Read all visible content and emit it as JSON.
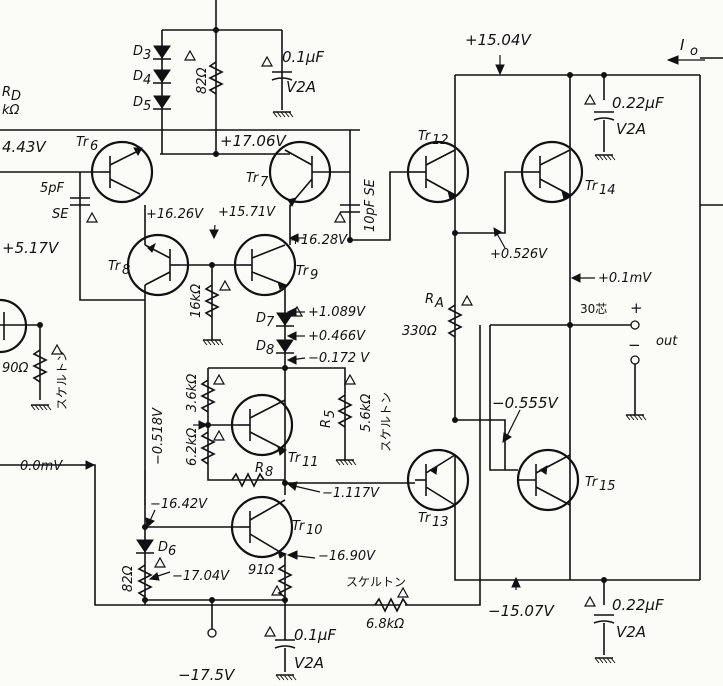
{
  "labels": {
    "v_pos_rail": "+15.04V",
    "io": "I",
    "io_sub": "o",
    "c_top_left": "0.1μF",
    "c_top_left_v": "V2A",
    "r_82_top": "82Ω",
    "d3": "D",
    "d3n": "3",
    "d4": "D",
    "d4n": "4",
    "d5": "D",
    "d5n": "5",
    "rd": "R",
    "rdn": "D",
    "rd_val": "kΩ",
    "v_left_443": "4.43V",
    "tr6": "Tr",
    "tr6n": "6",
    "c5p": "5pF",
    "se1": "SE",
    "v_1706": "+17.06V",
    "tr7": "Tr",
    "tr7n": "7",
    "c10p": "10pF SE",
    "tr12": "Tr",
    "tr12n": "12",
    "tr14": "Tr",
    "tr14n": "14",
    "c_022_top": "0.22μF",
    "c_022_top_v": "V2A",
    "v_1626": "+16.26V",
    "v_1571": "+15.71V",
    "v_1628": "+16.28V",
    "v_517": "+5.17V",
    "tr8": "Tr",
    "tr8n": "8",
    "tr9": "Tr",
    "tr9n": "9",
    "v_0526": "+0.526V",
    "v_01mv": "+0.1mV",
    "r16k": "16kΩ",
    "v_1089": "+1.089V",
    "d7": "D",
    "d7n": "7",
    "v_0466": "+0.466V",
    "d8": "D",
    "d8n": "8",
    "v_m0172": "−0.172 V",
    "ra": "R",
    "ran": "A",
    "ra_val": "330Ω",
    "core30": "30芯",
    "plus": "+",
    "minus": "−",
    "out": "out",
    "r_90": "90Ω",
    "skel1": "スケルトン",
    "r36k": "3.6kΩ",
    "rs": "R",
    "rsn": "5",
    "rs_val": "5.6kΩ",
    "skel2": "スケルトン",
    "v_m0555": "−0.555V",
    "v_m0518": "−0.518V",
    "r62k": "6.2kΩ",
    "tr11": "Tr",
    "tr11n": "11",
    "v_00mv": "0.0mV",
    "r8": "R",
    "r8n": "8",
    "v_m1117": "−1.117V",
    "tr13": "Tr",
    "tr13n": "13",
    "tr15": "Tr",
    "tr15n": "15",
    "v_m1642": "−16.42V",
    "tr10": "Tr",
    "tr10n": "10",
    "d6": "D",
    "d6n": "6",
    "v_m1690": "−16.90V",
    "r_82_bot": "82Ω",
    "v_m1704": "−17.04V",
    "r_91": "91Ω",
    "skel3": "スケルトン",
    "r68k": "6.8kΩ",
    "v_m1507": "−15.07V",
    "c_022_bot": "0.22μF",
    "c_022_bot_v": "V2A",
    "c_01_bot": "0.1μF",
    "c_01_bot_v": "V2A",
    "v_m175": "−17.5V"
  }
}
